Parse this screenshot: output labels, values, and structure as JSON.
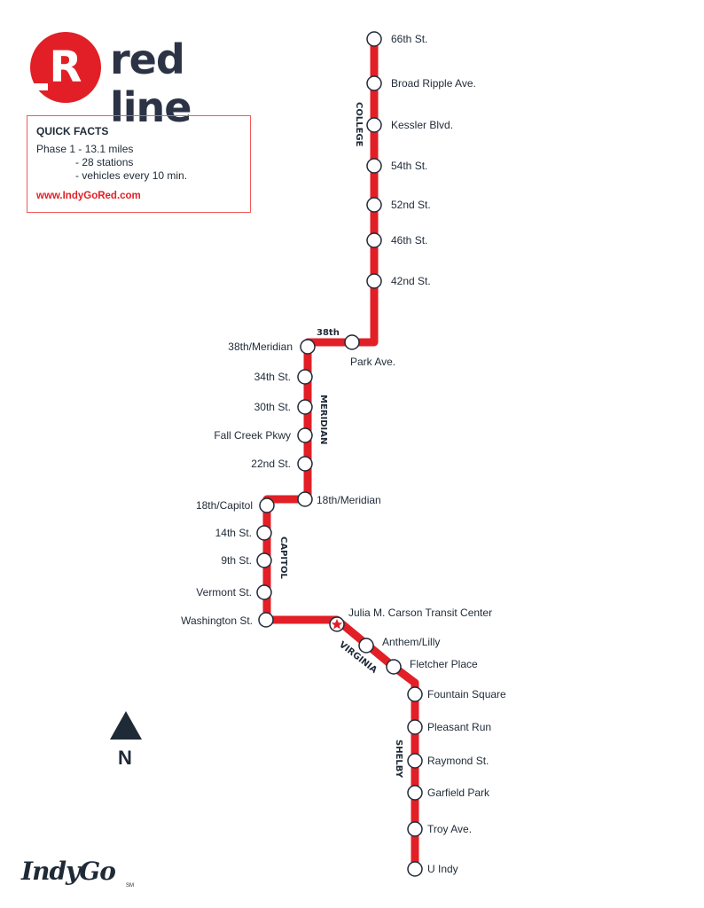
{
  "logo": {
    "letter": "R",
    "wordmark": "red line",
    "brand_color": "#e21f26"
  },
  "quick_facts": {
    "title": "QUICK FACTS",
    "lines": [
      "Phase 1 - 13.1 miles",
      "- 28 stations",
      "- vehicles every 10 min."
    ],
    "url": "www.IndyGoRed.com"
  },
  "line_color": "#e21f26",
  "stations": [
    "66th St.",
    "Broad Ripple Ave.",
    "Kessler Blvd.",
    "54th St.",
    "52nd St.",
    "46th St.",
    "42nd St.",
    "Park Ave.",
    "38th/Meridian",
    "34th St.",
    "30th St.",
    "Fall Creek Pkwy",
    "22nd St.",
    "18th/Meridian",
    "18th/Capitol",
    "14th St.",
    "9th St.",
    "Vermont St.",
    "Washington St.",
    "Julia M. Carson Transit Center",
    "Anthem/Lilly",
    "Fletcher Place",
    "Fountain Square",
    "Pleasant Run",
    "Raymond St.",
    "Garfield Park",
    "Troy Ave.",
    "U Indy"
  ],
  "streets": [
    "COLLEGE",
    "38th",
    "MERIDIAN",
    "CAPITOL",
    "VIRGINIA",
    "SHELBY"
  ],
  "north": {
    "icon": "north-arrow-icon",
    "letter": "N"
  },
  "footer": {
    "logo_text": "IndyGo",
    "mark": "SM"
  }
}
